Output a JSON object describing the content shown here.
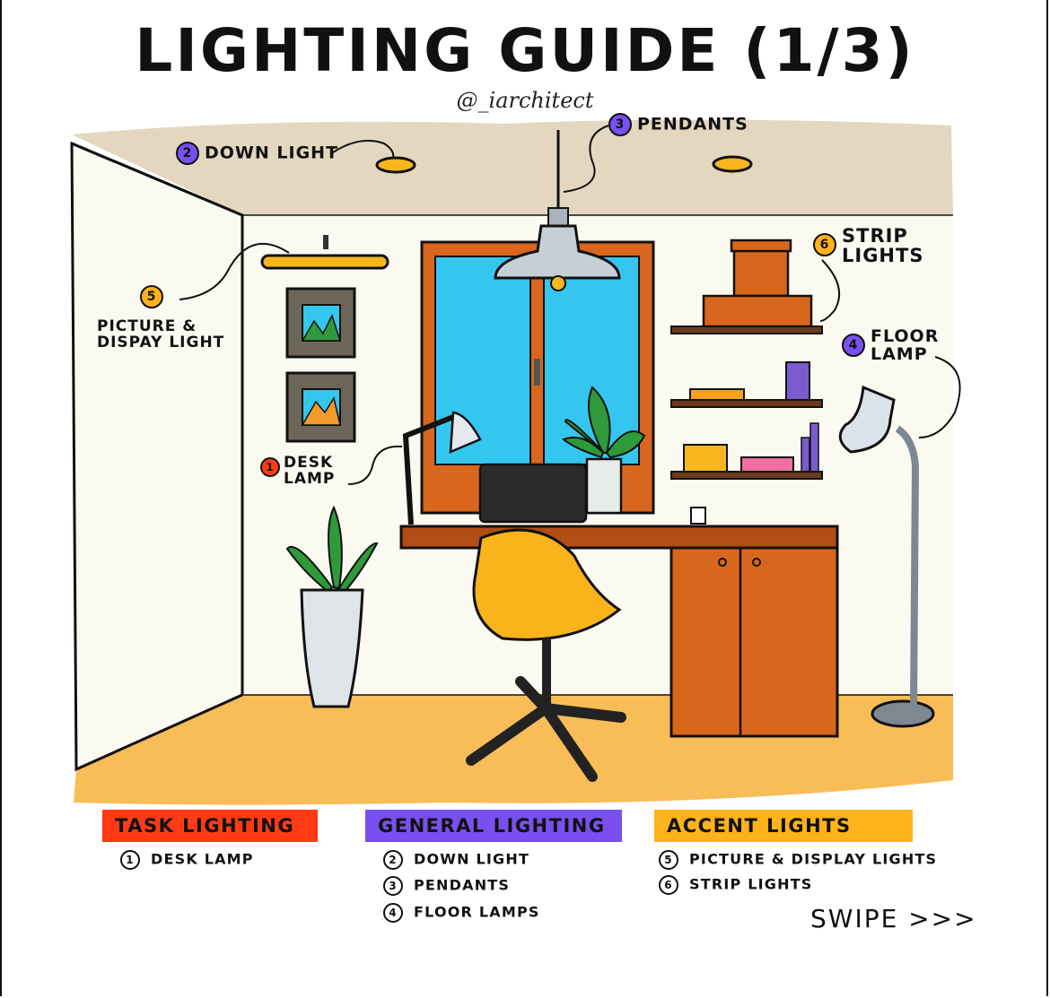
{
  "header": {
    "title": "LIGHTING GUIDE (1/3)",
    "handle": "@_iarchitect"
  },
  "callouts": {
    "desk_lamp": {
      "num": "1",
      "line1": "DESK",
      "line2": "LAMP"
    },
    "down_light": {
      "num": "2",
      "text": "DOWN LIGHT"
    },
    "pendants": {
      "num": "3",
      "text": "PENDANTS"
    },
    "floor_lamp": {
      "num": "4",
      "line1": "FLOOR",
      "line2": "LAMP"
    },
    "picture_light": {
      "num": "5",
      "line1": "PICTURE &",
      "line2": "DISPAY LIGHT"
    },
    "strip_lights": {
      "num": "6",
      "line1": "STRIP",
      "line2": "LIGHTS"
    }
  },
  "legend": {
    "task": {
      "heading": "TASK LIGHTING",
      "color": "#ff3a14",
      "items": [
        {
          "num": "1",
          "text": "DESK LAMP"
        }
      ]
    },
    "general": {
      "heading": "GENERAL LIGHTING",
      "color": "#7a4ff0",
      "items": [
        {
          "num": "2",
          "text": "DOWN LIGHT"
        },
        {
          "num": "3",
          "text": "PENDANTS"
        },
        {
          "num": "4",
          "text": "FLOOR LAMPS"
        }
      ]
    },
    "accent": {
      "heading": "ACCENT LIGHTS",
      "color": "#ffb21a",
      "items": [
        {
          "num": "5",
          "text": "PICTURE & DISPLAY LIGHTS"
        },
        {
          "num": "6",
          "text": "STRIP LIGHTS"
        }
      ]
    }
  },
  "footer": {
    "swipe": "SWIPE >>>"
  },
  "colors": {
    "ceiling": "#e3d7bf",
    "floor": "#f8bd57",
    "wall": "#fbfaf1",
    "wood": "#d9661d",
    "glass": "#35c6f0",
    "chair": "#fbb31b"
  }
}
